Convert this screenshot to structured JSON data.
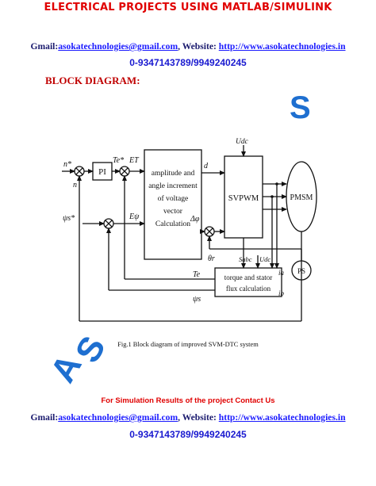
{
  "header": {
    "title": "ELECTRICAL PROJECTS USING MATLAB/SIMULINK",
    "gmail_label": "Gmail:",
    "email": "asokatechnologies@gmail.com",
    "website_label": ", Website: ",
    "website": "http://www.asokatechnologies.in",
    "phone": "0-9347143789/9949240245"
  },
  "section_title": "BLOCK DIAGRAM:",
  "diagram": {
    "blocks": {
      "pi": "PI",
      "calc": [
        "amplitude and",
        "angle increment",
        "of voltage",
        "vector",
        "Calculation"
      ],
      "svpwm": "SVPWM",
      "pmsm": "PMSM",
      "ps": "PS",
      "flux": [
        "torque and stator",
        "flux calculation"
      ]
    },
    "signals": {
      "n_ref": "n*",
      "n": "n",
      "te_ref": "Te*",
      "psi_ref": "ψs*",
      "e_t": "ET",
      "e_psi": "Eψ",
      "d": "d",
      "delta_phi": "Δφ",
      "u_dc_top": "Udc",
      "theta": "θr",
      "s_abc": "Sabc",
      "u_dc_mid": "Udc",
      "te": "Te",
      "psi_s": "ψs",
      "i_a": "ia",
      "i_b": "ib"
    },
    "watermark_letters": [
      "A",
      "S"
    ],
    "watermark_right": "S"
  },
  "caption": "Fig.1 Block diagram of improved SVM-DTC system",
  "simulation_note": "For Simulation Results of the project Contact Us",
  "footer": {
    "gmail_label": "Gmail:",
    "email": "asokatechnologies@gmail.com",
    "website_label": ", Website: ",
    "website": "http://www.asokatechnologies.in",
    "phone": "0-9347143789/9949240245"
  }
}
